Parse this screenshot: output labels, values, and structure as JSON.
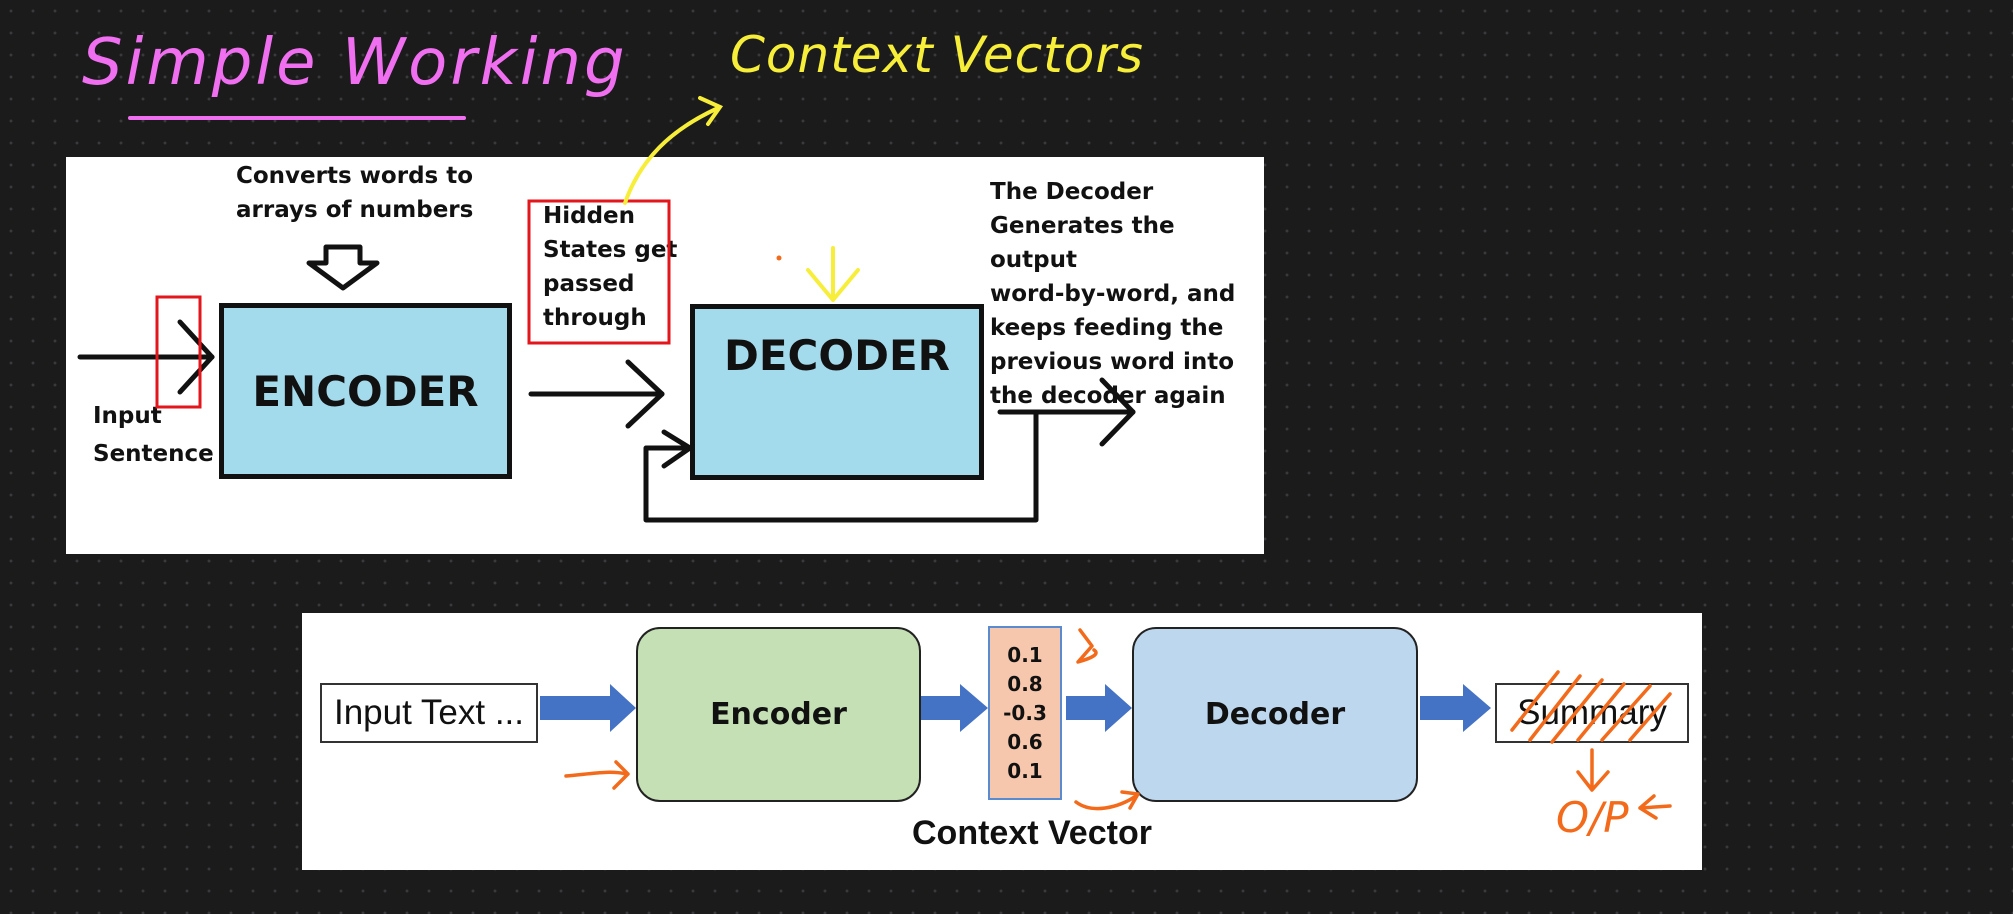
{
  "header": {
    "title": "Simple Working",
    "context_note": "Context Vectors"
  },
  "diagram1": {
    "encoder_label": "ENCODER",
    "decoder_label": "DECODER",
    "converts_note": [
      "Converts words to",
      "arrays of numbers"
    ],
    "input_label": [
      "Input",
      "Sentence"
    ],
    "hidden_note": [
      "Hidden",
      "States get",
      "passed",
      "through"
    ],
    "decoder_note": [
      "The Decoder",
      "Generates the output",
      "word-by-word, and",
      "keeps feeding the",
      "previous word into",
      "the decoder again"
    ]
  },
  "diagram2": {
    "input_text": "Input Text ...",
    "encoder_label": "Encoder",
    "decoder_label": "Decoder",
    "vector_values": [
      "0.1",
      "0.8",
      "-0.3",
      "0.6",
      "0.1"
    ],
    "summary_label": "Summary",
    "context_vector_label": "Context Vector",
    "output_note": "O/P"
  },
  "colors": {
    "background": "#1b1b1c",
    "pink_ink": "#f06ff0",
    "yellow_ink": "#f7ee3a",
    "orange_ink": "#f36a1a",
    "red_ink": "#e3161c",
    "block_blue": "#a3dbec",
    "encoder_green": "#c6e0b5",
    "decoder_blue": "#bdd7ee",
    "vector_peach": "#f7c7ad",
    "arrow_blue": "#4472c4"
  }
}
